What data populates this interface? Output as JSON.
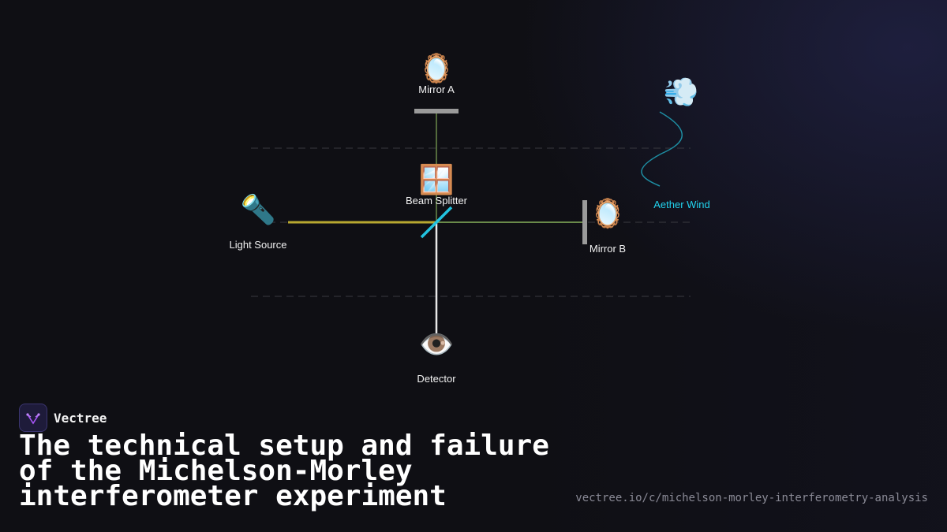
{
  "diagram": {
    "mirror_a": {
      "label": "Mirror A",
      "icon": "mirror-icon",
      "glyph": "🪞"
    },
    "beam_splitter": {
      "label": "Beam Splitter",
      "icon": "window-icon",
      "glyph": "🪟"
    },
    "light_source": {
      "label": "Light Source",
      "icon": "flashlight-icon",
      "glyph": "🔦"
    },
    "mirror_b": {
      "label": "Mirror B",
      "icon": "mirror-icon",
      "glyph": "🪞"
    },
    "detector": {
      "label": "Detector",
      "icon": "eye-icon",
      "glyph": "👁️"
    },
    "aether_wind": {
      "label": "Aether Wind",
      "icon": "wind-icon",
      "glyph": "💨"
    },
    "colors": {
      "source_beam": "#b8a830",
      "arm_beam": "#6a8a4a",
      "mirror": "#9a9a9a",
      "splitter": "#22c3e0",
      "detector_beam": "#e8e8e8",
      "aether": "#22d3ee",
      "reference_lines": "#3a3a40"
    }
  },
  "brand": {
    "name": "Vectree",
    "icon": "vectree-logo-icon"
  },
  "title": "The technical setup and failure of the Michelson-Morley interferometer experiment",
  "url": "vectree.io/c/michelson-morley-interferometry-analysis"
}
